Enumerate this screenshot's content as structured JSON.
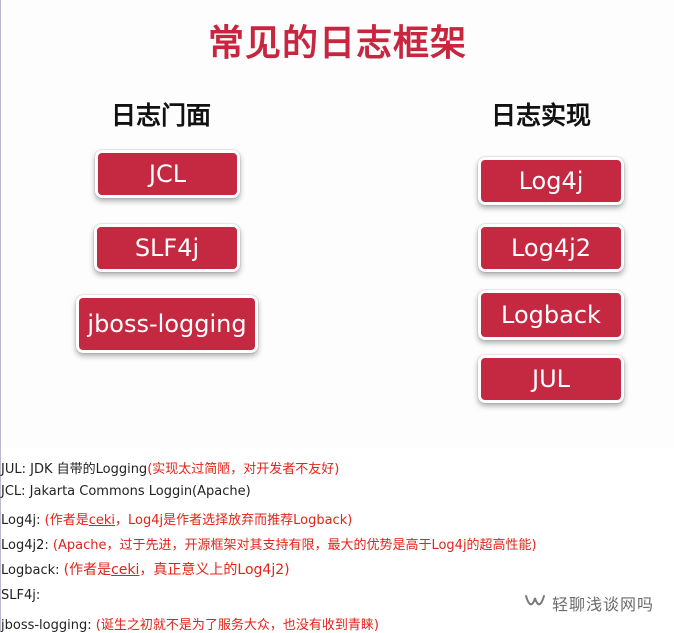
{
  "controls": {
    "shirt_icon": "tshirt-icon",
    "pin_icon": "pin-icon",
    "minimize_icon": "minimize-icon",
    "maximize_icon": "maximize-icon"
  },
  "slide": {
    "title": "常见的日志框架",
    "facade_heading": "日志门面",
    "impl_heading": "日志实现",
    "facades": [
      "JCL",
      "SLF4j",
      "jboss-logging"
    ],
    "implementations": [
      "Log4j",
      "Log4j2",
      "Logback",
      "JUL"
    ],
    "accent_color": "#c42941",
    "title_color": "#c8253f"
  },
  "notes": {
    "jul": {
      "name": "JUL",
      "desc": ": JDK 自带的Logging",
      "remark": "(实现太过简陋，对开发者不友好)"
    },
    "jcl": {
      "name": "JCL",
      "desc": ": Jakarta Commons Loggin(Apache)"
    },
    "log4j": {
      "name": "Log4j",
      "desc": ": ",
      "remark_pre": "(作者是",
      "link": "ceki",
      "remark_post": "，Log4j是作者选择放弃而推荐Logback)"
    },
    "log4j2": {
      "name": "Log4j2",
      "desc": ": ",
      "remark": "(Apache，过于先进，开源框架对其支持有限，最大的优势是高于Log4j的超高性能)"
    },
    "logback": {
      "name": "Logback",
      "desc": ": ",
      "remark_pre": "(作者是",
      "link": "ceki",
      "remark_post": "，真正意义上的Log4j2)"
    },
    "slf4j": {
      "name": "SLF4j",
      "desc": ":"
    },
    "jboss": {
      "name": "jboss-logging",
      "desc": ": ",
      "remark": "(诞生之初就不是为了服务大众，也没有收到青睐)"
    },
    "remark_color": "#e2231a"
  },
  "watermark": {
    "text": "轻聊浅谈网吗",
    "icon": "wechat-channel-icon"
  }
}
